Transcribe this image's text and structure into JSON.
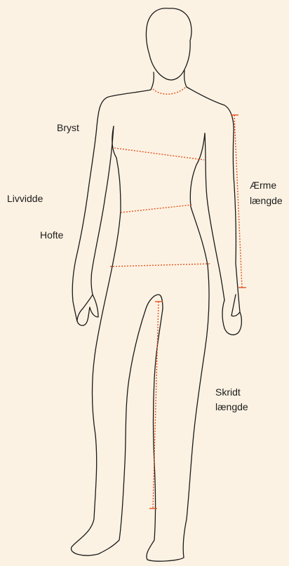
{
  "labels": {
    "chest": "Bryst",
    "waist": "Livvidde",
    "hip": "Hofte",
    "sleeve_line1": "Ærme",
    "sleeve_line2": "længde",
    "inseam_line1": "Skridt",
    "inseam_line2": "længde"
  },
  "colors": {
    "background": "#fcf2e3",
    "outline": "#1a1a1a",
    "measure": "#e0531f"
  }
}
